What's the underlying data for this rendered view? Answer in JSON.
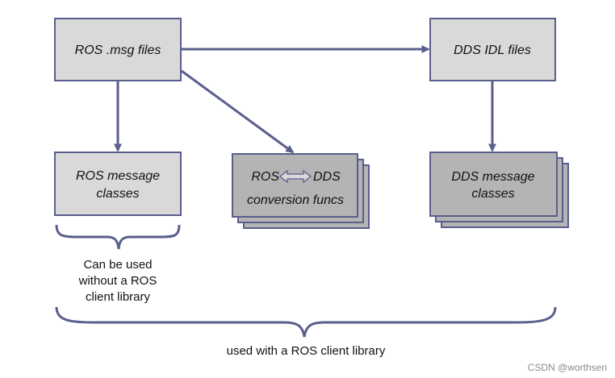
{
  "boxes": {
    "ros_msg": {
      "label": "ROS .msg files"
    },
    "dds_idl": {
      "label": "DDS IDL files"
    },
    "ros_classes": {
      "line1": "ROS message",
      "line2": "classes"
    },
    "conversion": {
      "left": "ROS",
      "right": "DDS",
      "line2": "conversion funcs"
    },
    "dds_classes": {
      "line1": "DDS message",
      "line2": "classes"
    }
  },
  "notes": {
    "without_client": [
      "Can be used",
      "without a ROS",
      "client library"
    ],
    "with_client": "used with a ROS client library"
  },
  "watermark": "CSDN @worthsen",
  "colors": {
    "light_box": "#d9d9d9",
    "dark_box": "#b4b4b4",
    "stroke": "#5a5e8c"
  }
}
